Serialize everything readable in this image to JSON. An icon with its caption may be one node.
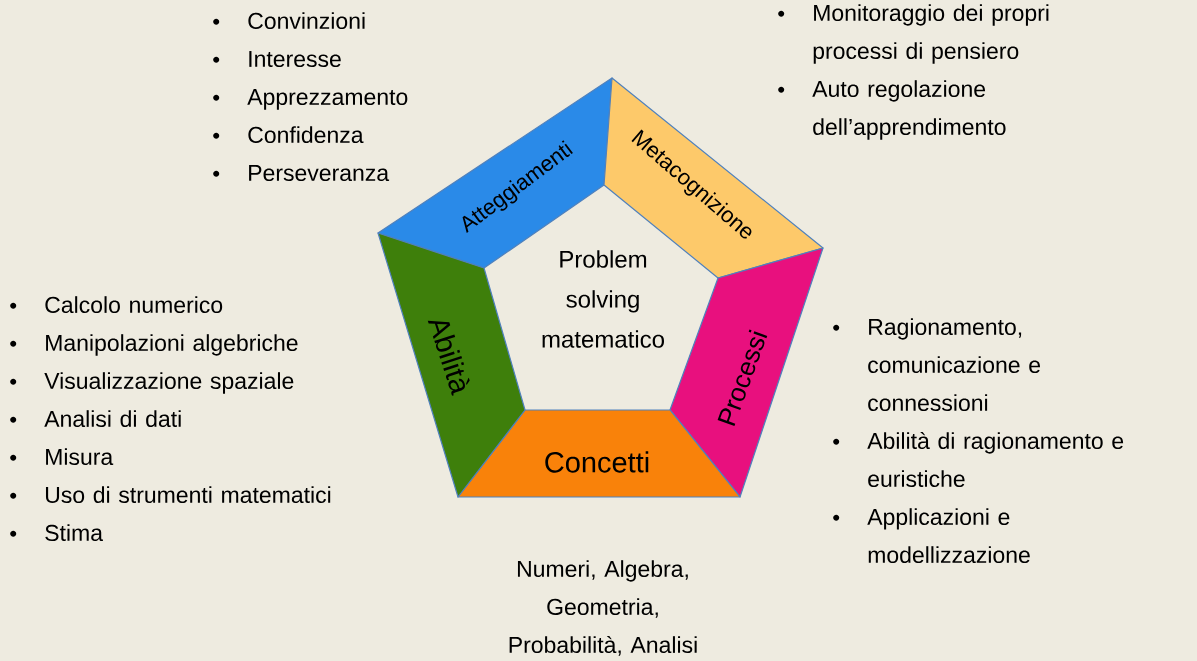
{
  "diagram": {
    "nodes": [
      {
        "text": [
          "Atteggiamenti"
        ],
        "beside": [
          "Convinzioni",
          "Interesse",
          "Apprezzamento",
          "Confidenza",
          "Perseveranza"
        ]
      },
      {
        "text": [
          "Metacognizione"
        ],
        "beside": [
          "Monitoraggio dei propri processi di pensiero",
          "Auto regolazione dell’apprendimento"
        ]
      },
      {
        "text": [
          "Processi"
        ],
        "beside": [
          "Ragionamento, comunicazione e connessioni",
          "Abilità di ragionamento e euristiche",
          "Applicazioni e modellizzazione"
        ]
      },
      {
        "text": [
          "Concetti"
        ],
        "beside": [
          "Numeri, Algebra, Geometria, Probabilità, Analisi"
        ]
      },
      {
        "text": [
          "Abilità"
        ],
        "beside": [
          "Calcolo numerico",
          "Manipolazioni algebriche",
          "Visualizzazione spaziale",
          "Analisi di dati",
          "Misura",
          "Uso di strumenti matematici",
          "Stima"
        ]
      }
    ],
    "labels": [
      "Problem solving matematico"
    ]
  }
}
